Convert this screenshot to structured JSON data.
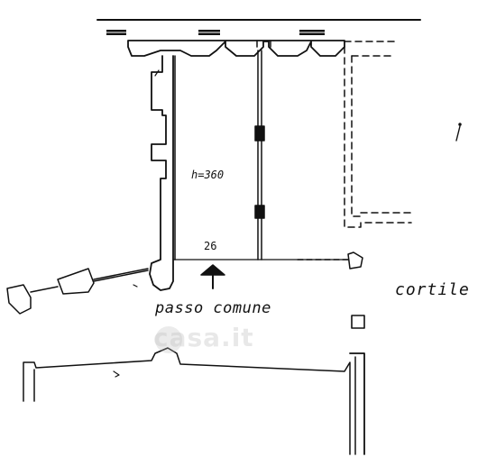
{
  "plan": {
    "height_label": "h=360",
    "width_label": "26",
    "passage_label": "passo comune",
    "courtyard_label": "cortile",
    "watermark": "casa.it"
  },
  "colors": {
    "ink": "#111111",
    "watermark": "#bebebe"
  }
}
